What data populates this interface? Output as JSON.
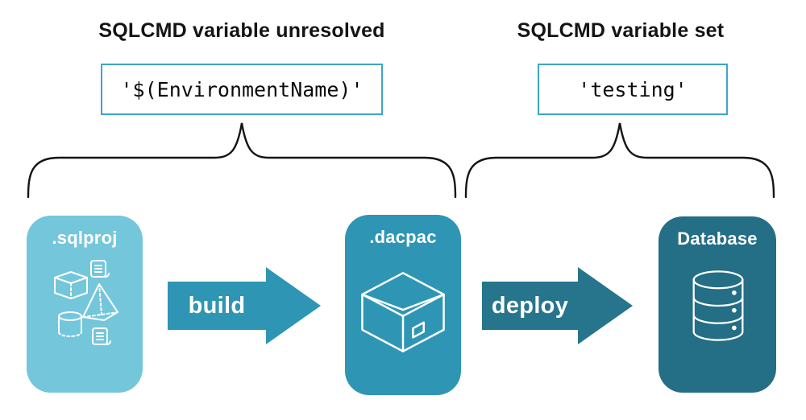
{
  "colors": {
    "light_blue": "#74C6DB",
    "teal": "#2E96B4",
    "dark_teal": "#246E86",
    "deploy_teal": "#26758C",
    "code_border": "#3EA7C4",
    "ink": "#141414",
    "white": "#FFFFFF"
  },
  "annotations": {
    "left": {
      "heading": "SQLCMD variable unresolved",
      "code": "'$(EnvironmentName)'"
    },
    "right": {
      "heading": "SQLCMD variable set",
      "code": "'testing'"
    }
  },
  "pipeline": {
    "stages": [
      {
        "label": ".sqlproj",
        "icon": "sql-objects-icon"
      },
      {
        "label": ".dacpac",
        "icon": "package-box-icon"
      },
      {
        "label": "Database",
        "icon": "database-cylinder-icon"
      }
    ],
    "arrows": [
      {
        "label": "build"
      },
      {
        "label": "deploy"
      }
    ]
  }
}
